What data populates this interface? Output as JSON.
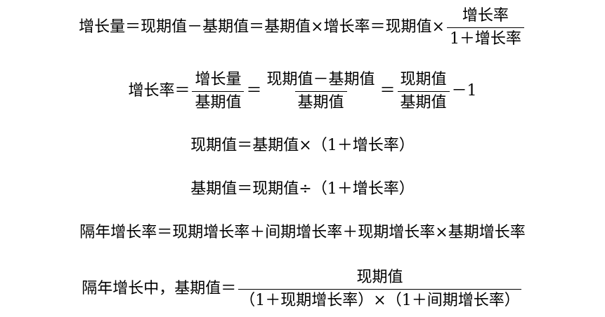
{
  "eq1": {
    "lhs": "增长量＝现期值－基期值＝基期值×增长率＝现期值×",
    "frac_num": "增长率",
    "frac_den": "1＋增长率"
  },
  "eq2": {
    "lhs": "增长率＝",
    "f1_num": "增长量",
    "f1_den": "基期值",
    "eq_a": "＝",
    "f2_num": "现期值－基期值",
    "f2_den": "基期值",
    "eq_b": "＝",
    "f3_num": "现期值",
    "f3_den": "基期值",
    "tail": "－1"
  },
  "eq3": {
    "text": "现期值＝基期值×（1＋增长率）"
  },
  "eq4": {
    "text": "基期值＝现期值÷（1＋增长率）"
  },
  "eq5": {
    "text": "隔年增长率＝现期增长率＋间期增长率＋现期增长率×基期增长率"
  },
  "eq6": {
    "lhs": "隔年增长中，基期值＝",
    "frac_num": "现期值",
    "frac_den": "（1＋现期增长率）×（1＋间期增长率）"
  }
}
